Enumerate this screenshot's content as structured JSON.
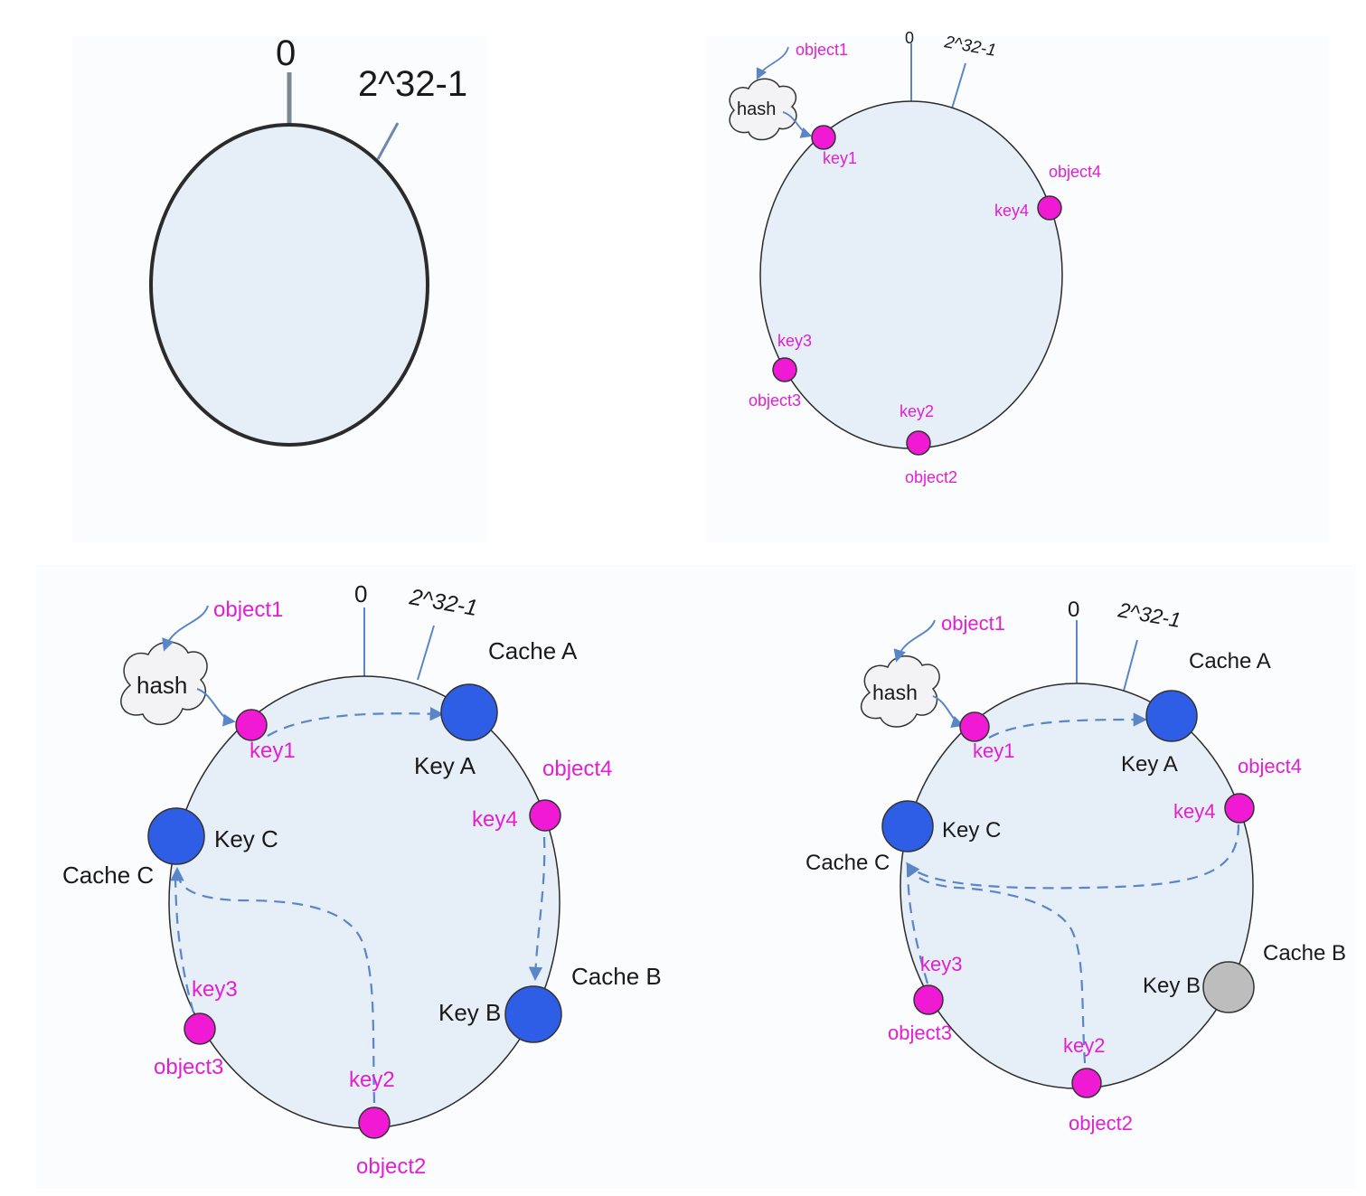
{
  "colors": {
    "ring_fill": "#e6eef8",
    "ring_stroke": "#2b2b2b",
    "object_pink": "#f01ad4",
    "cache_blue": "#2f5ee6",
    "cache_gray": "#bdbdbd",
    "arrow_blue": "#5a86c8",
    "text_pink": "#e21fd3"
  },
  "icons": {
    "hash_cloud": "cloud-icon"
  },
  "panel1": {
    "zero": "0",
    "max": "2^32-1"
  },
  "panel2": {
    "zero": "0",
    "max": "2^32-1",
    "hash": "hash",
    "object1": "object1",
    "key1": "key1",
    "object4": "object4",
    "key4": "key4",
    "key3": "key3",
    "object3": "object3",
    "key2": "key2",
    "object2": "object2"
  },
  "panel3": {
    "zero": "0",
    "max": "2^32-1",
    "hash": "hash",
    "object1": "object1",
    "key1": "key1",
    "cache_a": "Cache A",
    "key_a": "Key A",
    "object4": "object4",
    "key4": "key4",
    "key_c": "Key C",
    "cache_c": "Cache C",
    "cache_b": "Cache B",
    "key_b": "Key B",
    "key3": "key3",
    "object3": "object3",
    "key2": "key2",
    "object2": "object2"
  },
  "panel4": {
    "zero": "0",
    "max": "2^32-1",
    "hash": "hash",
    "object1": "object1",
    "key1": "key1",
    "cache_a": "Cache A",
    "key_a": "Key A",
    "object4": "object4",
    "key4": "key4",
    "key_c": "Key C",
    "cache_c": "Cache C",
    "cache_b": "Cache B",
    "key_b": "Key B",
    "key3": "key3",
    "object3": "object3",
    "key2": "key2",
    "object2": "object2"
  }
}
